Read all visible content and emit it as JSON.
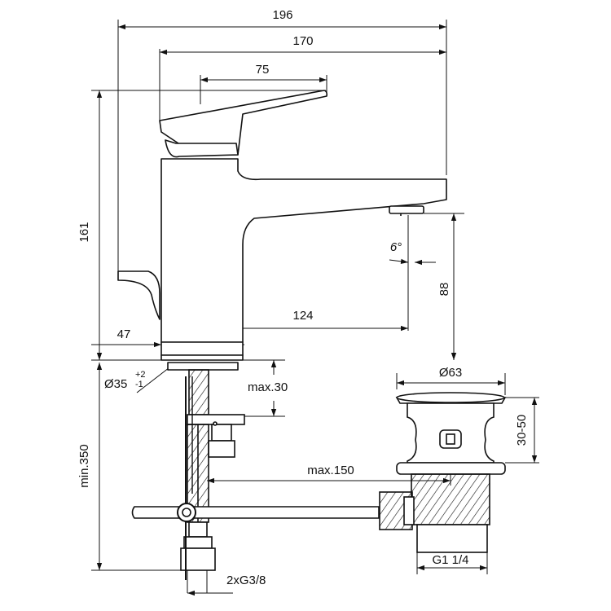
{
  "dimensions": {
    "overall_width": "196",
    "spout_reach": "170",
    "handle_length": "75",
    "height": "161",
    "outlet_height": "88",
    "outlet_offset": "124",
    "base_offset": "47",
    "outlet_angle": "6°",
    "hole_diameter": "Ø35",
    "hole_tolerance_plus": "+2",
    "hole_tolerance_minus": "-1",
    "max_deck": "max.30",
    "min_hose_length": "min.350",
    "max_rod_length": "max.150",
    "waste_diameter": "Ø63",
    "waste_plug_height": "30-50",
    "waste_thread": "G1 1/4",
    "supply_connections": "2xG3/8"
  },
  "colors": {
    "line": "#111111",
    "background": "#ffffff"
  }
}
